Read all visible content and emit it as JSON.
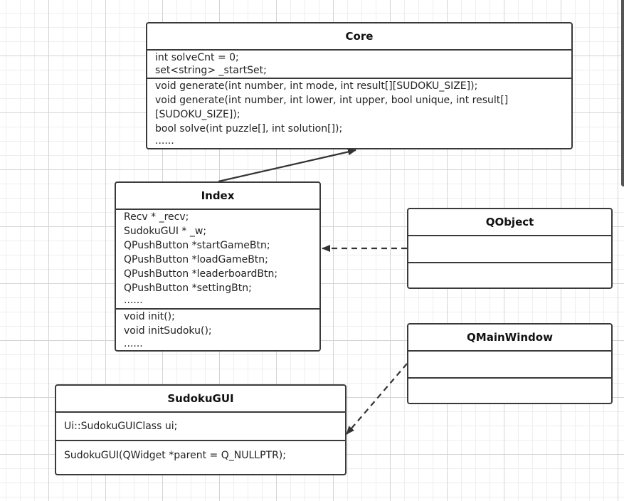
{
  "classes": {
    "core": {
      "name": "Core",
      "attributes": [
        "int solveCnt = 0;",
        "set<string> _startSet;"
      ],
      "methods": [
        "void generate(int number, int mode, int result[][SUDOKU_SIZE]);",
        "void generate(int number, int lower, int upper, bool unique, int result[][SUDOKU_SIZE]);",
        "bool solve(int puzzle[], int solution[]);",
        "......"
      ]
    },
    "index": {
      "name": "Index",
      "attributes": [
        "Recv * _recv;",
        "SudokuGUI * _w;",
        "QPushButton *startGameBtn;",
        "QPushButton *loadGameBtn;",
        "QPushButton *leaderboardBtn;",
        "QPushButton *settingBtn;",
        "......"
      ],
      "methods": [
        "void init();",
        "void initSudoku();",
        "......"
      ]
    },
    "qobject": {
      "name": "QObject"
    },
    "qmainwindow": {
      "name": "QMainWindow"
    },
    "sudokugui": {
      "name": "SudokuGUI",
      "attributes": [
        "Ui::SudokuGUIClass ui;"
      ],
      "methods": [
        "SudokuGUI(QWidget *parent = Q_NULLPTR);"
      ]
    }
  },
  "relations": [
    {
      "from": "Index",
      "to": "Core",
      "style": "solid"
    },
    {
      "from": "QObject",
      "to": "Index",
      "style": "dashed"
    },
    {
      "from": "QMainWindow",
      "to": "SudokuGUI",
      "style": "dashed"
    }
  ]
}
